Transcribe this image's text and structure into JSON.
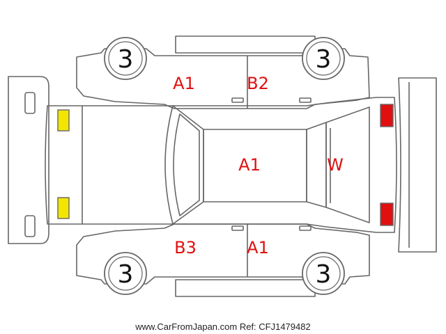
{
  "colors": {
    "outline": "#666666",
    "damage_text": "#e01010",
    "front_lamp": "#f2e600",
    "rear_lamp": "#e01010"
  },
  "tires": {
    "front_left": "3",
    "rear_left": "3",
    "front_right": "3",
    "rear_right": "3"
  },
  "damage_codes": {
    "left_front_door": "A1",
    "left_rear_door": "B2",
    "roof": "A1",
    "rear_window": "W",
    "right_front_door": "B3",
    "right_rear_door": "A1"
  },
  "footer": {
    "watermark": "www.CarFromJapan.com Ref: CFJ1479482"
  }
}
